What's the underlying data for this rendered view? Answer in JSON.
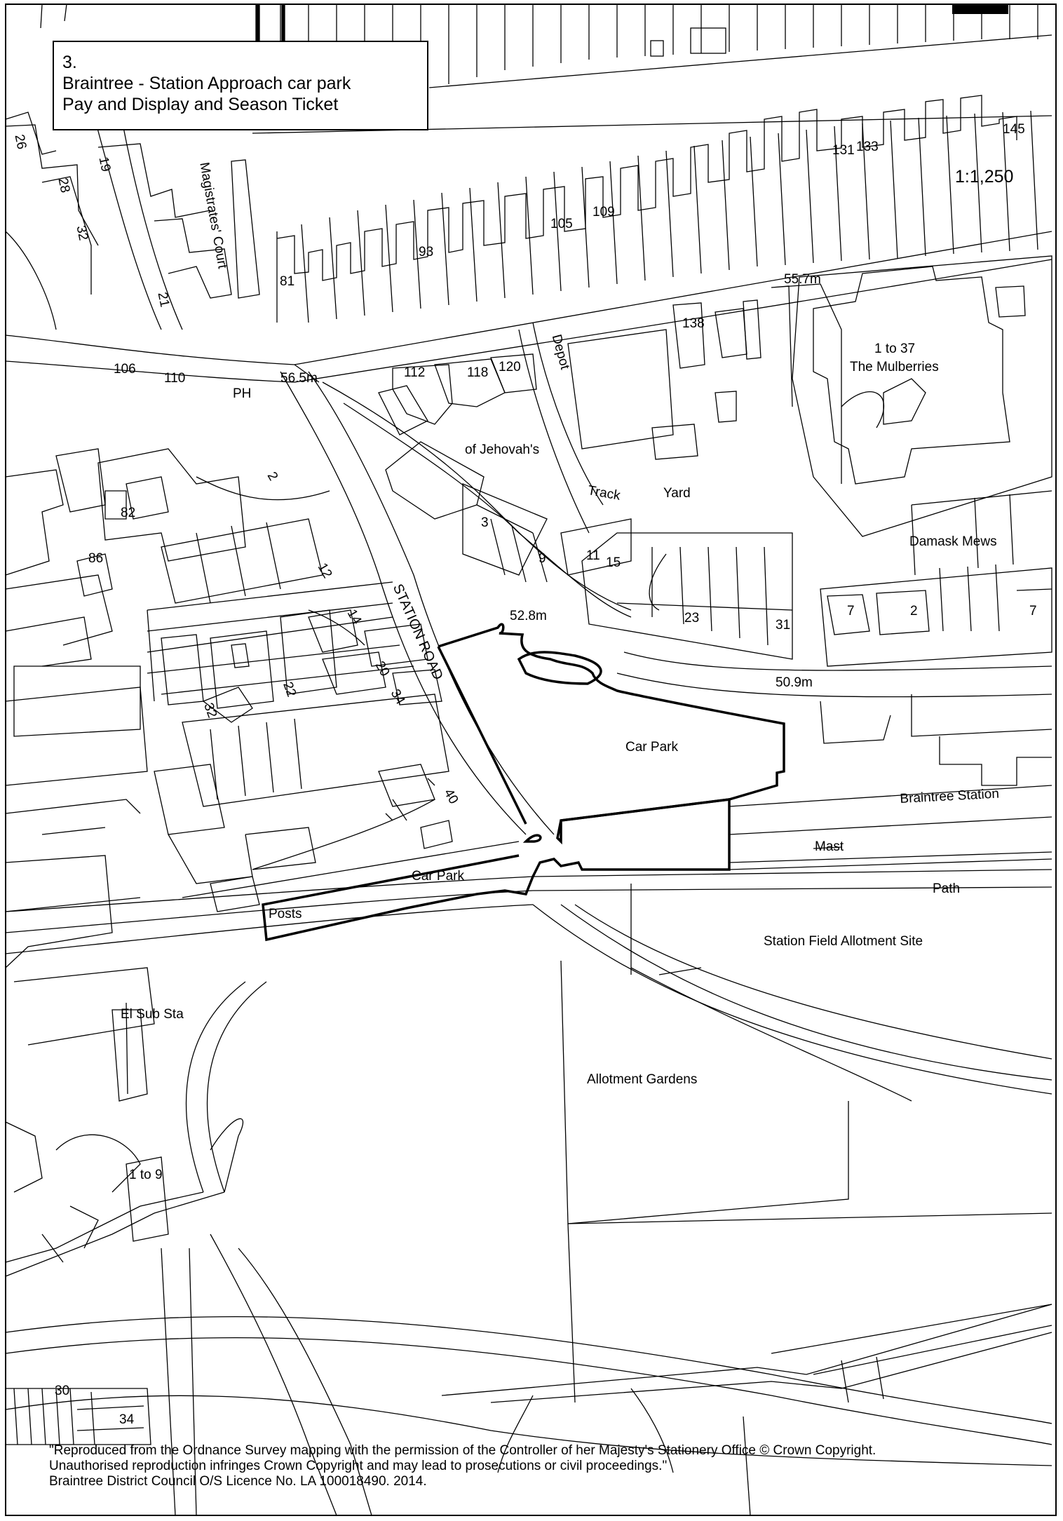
{
  "title_block": {
    "number": "3.",
    "line1": "Braintree - Station Approach car park",
    "line2": "Pay and Display and Season Ticket"
  },
  "scale": "1:1,250",
  "copyright": {
    "line1": "\"Reproduced from the Ordnance Survey mapping with the permission of the Controller of her Majesty's Stationery Office © Crown Copyright.",
    "line2": "Unauthorised reproduction infringes Crown Copyright and may lead to prosecutions or civil proceedings.\"",
    "line3": "Braintree District Council O/S Licence No. LA 100018490. 2014."
  },
  "labels": {
    "magistrates_court": "Magistrates' Court",
    "station_road": "STATION ROAD",
    "ph": "PH",
    "jehovah": "of Jehovah's",
    "depot": "Depot",
    "track": "Track",
    "yard": "Yard",
    "mulberries_num": "1 to 37",
    "mulberries": "The Mulberries",
    "damask_mews": "Damask Mews",
    "car_park_1": "Car Park",
    "car_park_2": "Car Park",
    "braintree_station": "Braintree Station",
    "mast": "Mast",
    "path": "Path",
    "posts": "Posts",
    "station_field": "Station Field Allotment Site",
    "el_sub_sta": "El Sub Sta",
    "allotment_gardens": "Allotment Gardens",
    "flats_1_to_9": "1 to 9",
    "spot_56_5": "56.5m",
    "spot_55_7": "55.7m",
    "spot_52_8": "52.8m",
    "spot_50_9": "50.9m"
  },
  "house_numbers": {
    "n26": "26",
    "n28": "28",
    "n32a": "32",
    "n19": "19",
    "n21": "21",
    "n81": "81",
    "n93": "93",
    "n105": "105",
    "n109": "109",
    "n131": "131",
    "n133": "133",
    "n145": "145",
    "n106": "106",
    "n110": "110",
    "n112": "112",
    "n118": "118",
    "n120": "120",
    "n138": "138",
    "n2a": "2",
    "n12": "12",
    "n82": "82",
    "n86": "86",
    "n3": "3",
    "n9": "9",
    "n11": "11",
    "n15": "15",
    "n23": "23",
    "n31": "31",
    "n7a": "7",
    "n2b": "2",
    "n7b": "7",
    "n14": "14",
    "n20": "20",
    "n22": "22",
    "n34a": "34",
    "n32b": "32",
    "n40": "40",
    "n30": "30",
    "n34b": "34"
  },
  "colors": {
    "ink": "#000000",
    "paper": "#ffffff"
  }
}
